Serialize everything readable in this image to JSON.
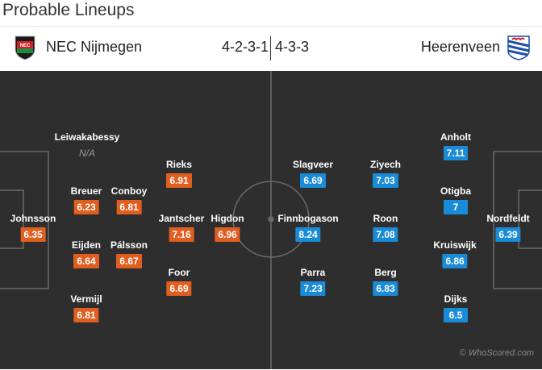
{
  "page_title": "Probable Lineups",
  "home": {
    "team": "NEC Nijmegen",
    "formation": "4-2-3-1",
    "crest": "nec-crest-icon",
    "players": [
      {
        "name": "Johnsson",
        "rating": "6.35"
      },
      {
        "name": "Breuer",
        "rating": "6.23"
      },
      {
        "name": "Eijden",
        "rating": "6.64"
      },
      {
        "name": "Leiwakabessy",
        "rating": "N/A"
      },
      {
        "name": "Vermijl",
        "rating": "6.81"
      },
      {
        "name": "Conboy",
        "rating": "6.81"
      },
      {
        "name": "Pálsson",
        "rating": "6.67"
      },
      {
        "name": "Rieks",
        "rating": "6.91"
      },
      {
        "name": "Jantscher",
        "rating": "7.16"
      },
      {
        "name": "Foor",
        "rating": "6.69"
      },
      {
        "name": "Higdon",
        "rating": "6.96"
      }
    ]
  },
  "away": {
    "team": "Heerenveen",
    "formation": "4-3-3",
    "crest": "heerenveen-crest-icon",
    "players": [
      {
        "name": "Nordfeldt",
        "rating": "6.39"
      },
      {
        "name": "Otigba",
        "rating": "7"
      },
      {
        "name": "Kruiswijk",
        "rating": "6.86"
      },
      {
        "name": "Anholt",
        "rating": "7.11"
      },
      {
        "name": "Dijks",
        "rating": "6.5"
      },
      {
        "name": "Ziyech",
        "rating": "7.03"
      },
      {
        "name": "Roon",
        "rating": "7.08"
      },
      {
        "name": "Berg",
        "rating": "6.83"
      },
      {
        "name": "Slagveer",
        "rating": "6.69"
      },
      {
        "name": "Finnbogason",
        "rating": "8.24"
      },
      {
        "name": "Parra",
        "rating": "7.23"
      }
    ]
  },
  "watermark": "© WhoScored.com",
  "colors": {
    "pitch": "#2e2e2e",
    "home_rating": "#e05f20",
    "away_rating": "#1a8bd6"
  }
}
